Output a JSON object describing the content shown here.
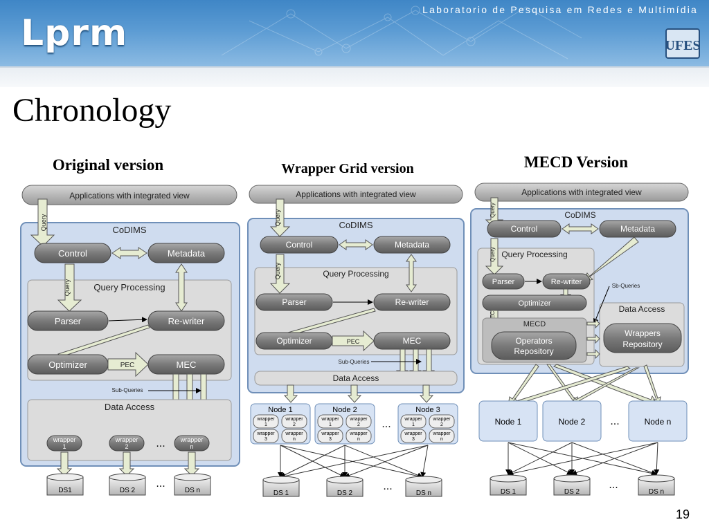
{
  "header": {
    "logo": "Lprm",
    "lab_name": "Laboratorio de Pesquisa em Redes e Multimídia",
    "university_logo": "UFES"
  },
  "slide": {
    "title": "Chronology",
    "page_number": "19"
  },
  "diagrams": {
    "original": {
      "title": "Original version",
      "apps": "Applications with integrated view",
      "query": "Query",
      "codims": "CoDIMS",
      "control": "Control",
      "metadata": "Metadata",
      "query_processing": "Query Processing",
      "parser": "Parser",
      "rewriter": "Re-writer",
      "optimizer": "Optimizer",
      "pec": "PEC",
      "mec": "MEC",
      "subqueries": "Sub-Queries",
      "data_access": "Data Access",
      "wrapper_word": "wrapper",
      "w1": "1",
      "w2": "2",
      "wn": "n",
      "ellipsis": "...",
      "ds1": "DS1",
      "ds2": "DS 2",
      "dsn": "DS n"
    },
    "wrapper_grid": {
      "title": "Wrapper Grid version",
      "apps": "Applications with integrated view",
      "query": "Query",
      "codims": "CoDIMS",
      "control": "Control",
      "metadata": "Metadata",
      "query_processing": "Query Processing",
      "parser": "Parser",
      "rewriter": "Re-writer",
      "optimizer": "Optimizer",
      "pec": "PEC",
      "mec": "MEC",
      "subqueries": "Sub-Queries",
      "data_access": "Data Access",
      "node1": "Node 1",
      "node2": "Node 2",
      "node3": "Node 3",
      "wrapper_word": "wrapper",
      "w1": "1",
      "w2": "2",
      "w3": "3",
      "wn": "n",
      "ellipsis": "...",
      "ds1": "DS 1",
      "ds2": "DS 2",
      "dsn": "DS n"
    },
    "mecd": {
      "title": "MECD Version",
      "apps": "Applications with integrated view",
      "query": "Query",
      "codims": "CoDIMS",
      "control": "Control",
      "metadata": "Metadata",
      "query_processing": "Query Processing",
      "parser": "Parser",
      "rewriter": "Re-writer",
      "optimizer": "Optimizer",
      "pec": "PEC",
      "mecd_label": "MECD",
      "operators_repo_1": "Operators",
      "operators_repo_2": "Repository",
      "subqueries": "Sb-Queries",
      "data_access": "Data Access",
      "wrappers_repo_1": "Wrappers",
      "wrappers_repo_2": "Repository",
      "node1": "Node 1",
      "node2": "Node 2",
      "noden": "Node n",
      "ellipsis": "...",
      "ds1": "DS 1",
      "ds2": "DS 2",
      "dsn": "DS n"
    }
  },
  "colors": {
    "panel_blue": "#cfdcef",
    "panel_border": "#6f8fb8",
    "grey_box": "#dcdcdc",
    "pill": "#6e6e6e",
    "node_blue": "#d7e3f4",
    "arrow_fill": "#e6ecd2"
  }
}
